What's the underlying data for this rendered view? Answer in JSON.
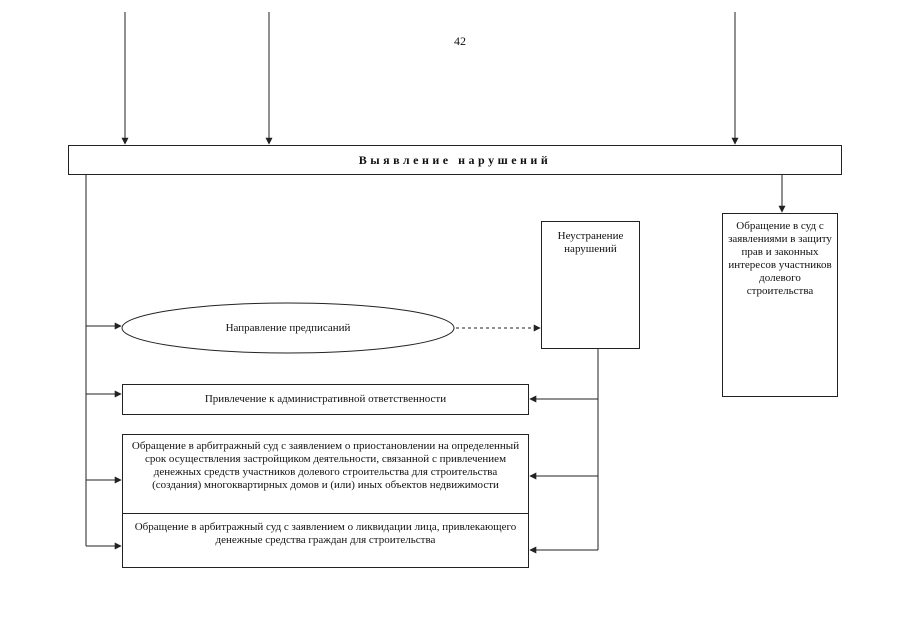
{
  "page_number": "42",
  "title": "Выявление нарушений",
  "ellipse_text": "Направление предписаний",
  "non_elimination_text": "Неустранение нарушений",
  "court_defense_text": "Обращение в суд с заявлениями в защиту прав и законных интересов участников долевого строительства",
  "admin_text": "Привлечение к административной ответственности",
  "suspend_text": "Обращение в арбитражный суд с заявлением о приостановлении на определенный срок осуществления застройщиком деятельности, связанной с привлечением денежных средств участников долевого строительства для строительства (создания) многоквартирных домов и (или) иных объектов недвижимости",
  "liquidation_text": "Обращение в арбитражный суд с заявлением о ликвидации лица, привлекающего денежные средства граждан для строительства",
  "line_color": "#222222"
}
